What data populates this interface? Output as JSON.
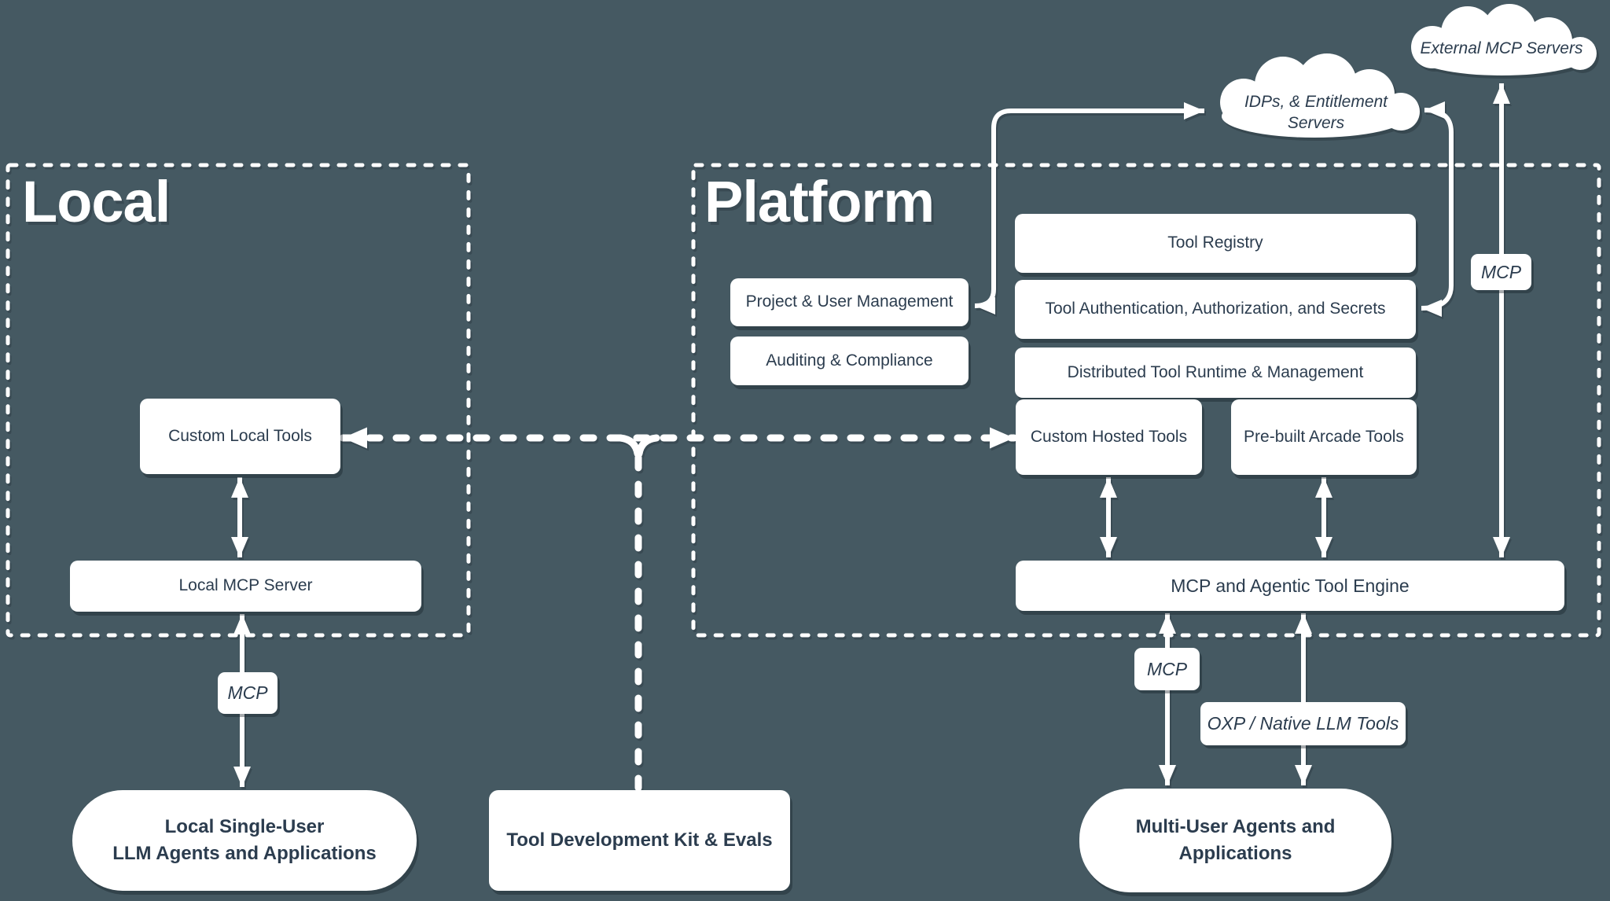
{
  "colors": {
    "background": "#455962",
    "ink": "#2b3c4e",
    "line": "#ffffff"
  },
  "sections": {
    "local": {
      "title": "Local"
    },
    "platform": {
      "title": "Platform"
    }
  },
  "clouds": {
    "external": {
      "label": "External MCP Servers"
    },
    "idps": {
      "line1": "IDPs, & Entitlement",
      "line2": "Servers"
    }
  },
  "boxes": {
    "custom_local_tools": "Custom Local Tools",
    "local_mcp_server": "Local MCP Server",
    "project_user": "Project & User Management",
    "auditing": "Auditing & Compliance",
    "tool_registry": "Tool Registry",
    "tool_auth": "Tool Authentication, Authorization, and Secrets",
    "distributed_runtime": "Distributed Tool Runtime & Management",
    "custom_hosted": "Custom Hosted Tools",
    "prebuilt_arcade": "Pre-built Arcade Tools",
    "engine": "MCP and Agentic Tool Engine"
  },
  "chips": {
    "mcp_local": "MCP",
    "mcp_platform": "MCP",
    "mcp_external": "MCP",
    "oxp": "OXP / Native LLM Tools"
  },
  "terminals": {
    "local_agents": {
      "line1": "Local Single-User",
      "line2": "LLM Agents and Applications"
    },
    "tdk": {
      "label": "Tool Development Kit & Evals"
    },
    "multi_user": {
      "line1": "Multi-User Agents and",
      "line2": "Applications"
    }
  }
}
